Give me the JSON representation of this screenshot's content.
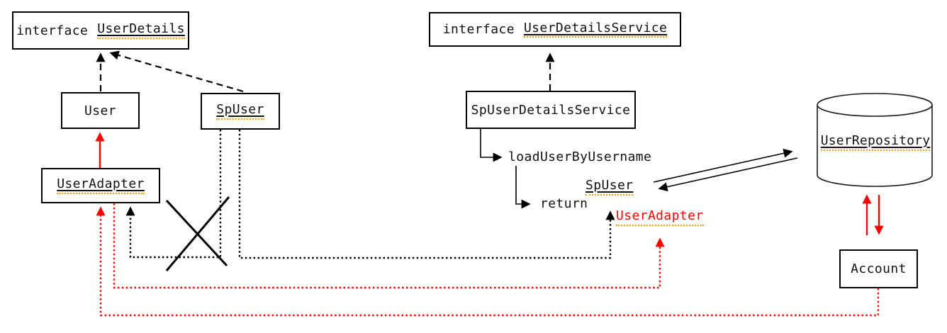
{
  "diagram": {
    "nodes": {
      "userdetails": {
        "prefix": "interface",
        "name": "UserDetails"
      },
      "user": {
        "name": "User"
      },
      "spuser": {
        "name": "SpUser"
      },
      "useradapter": {
        "name": "UserAdapter"
      },
      "userdetailsservice": {
        "prefix": "interface",
        "name": "UserDetailsService"
      },
      "spuserdetailsservice": {
        "name": "SpUserDetailsService"
      },
      "userrepository": {
        "name": "UserRepository"
      },
      "account": {
        "name": "Account"
      }
    },
    "flow_labels": {
      "load_user_by_username": "loadUserByUsername",
      "return_keyword": "return",
      "returned_spuser": "SpUser",
      "returned_useradapter": "UserAdapter"
    },
    "colors": {
      "line_black": "#000000",
      "highlight_red": "#ff0000",
      "squiggle_orange": "#ff9a00",
      "background": "#ffffff"
    }
  }
}
